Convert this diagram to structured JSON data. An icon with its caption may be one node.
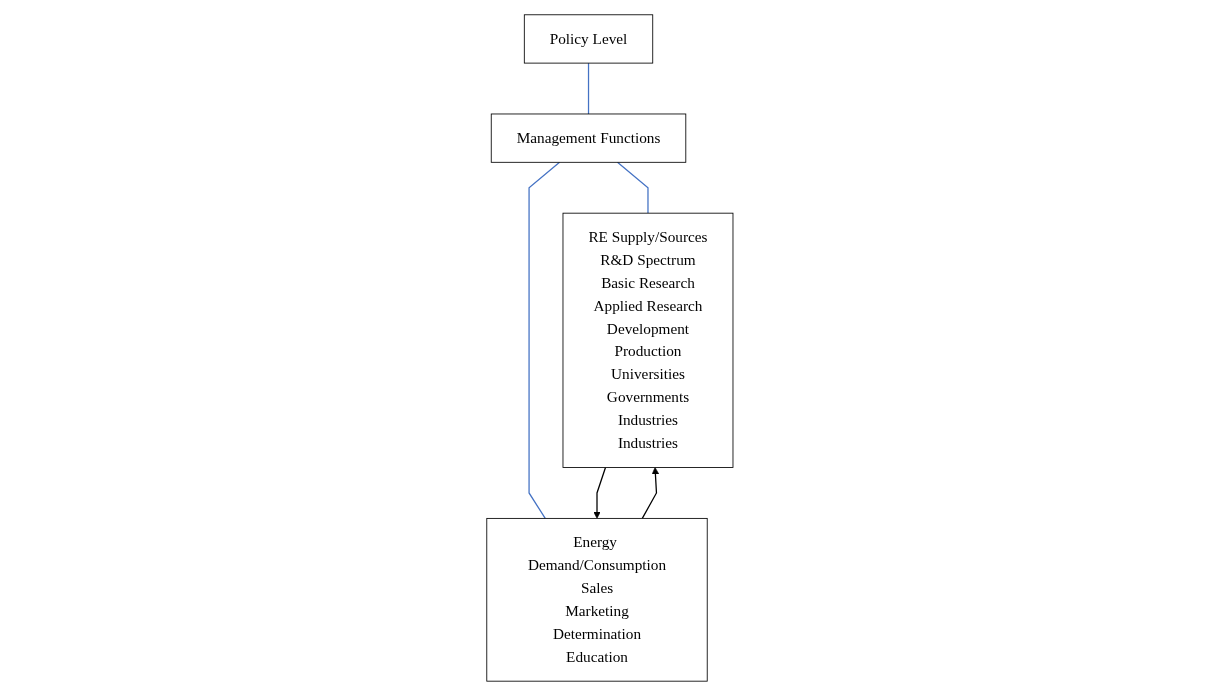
{
  "diagram": {
    "nodes": [
      {
        "text": [
          "Policy Level"
        ]
      },
      {
        "text": [
          "Management Functions"
        ]
      },
      {
        "text": [
          "RE Supply/Sources",
          "R&D Spectrum",
          "Basic Research",
          "Applied Research",
          "Development",
          "Production",
          "Universities",
          "Governments",
          "Industries",
          "Industries"
        ]
      },
      {
        "text": [
          "Energy Demand/Consumption",
          "Sales",
          "Marketing",
          "Determination",
          "Education"
        ]
      }
    ],
    "edges": [
      {
        "from": 0,
        "to": 1,
        "arrow": "none"
      },
      {
        "from": 1,
        "to": 2,
        "arrow": "none"
      },
      {
        "from": 1,
        "to": 3,
        "arrow": "none"
      },
      {
        "from": 2,
        "to": 3,
        "arrow": "to",
        "color": "#000000"
      },
      {
        "from": 3,
        "to": 2,
        "arrow": "to",
        "color": "#000000"
      }
    ]
  }
}
